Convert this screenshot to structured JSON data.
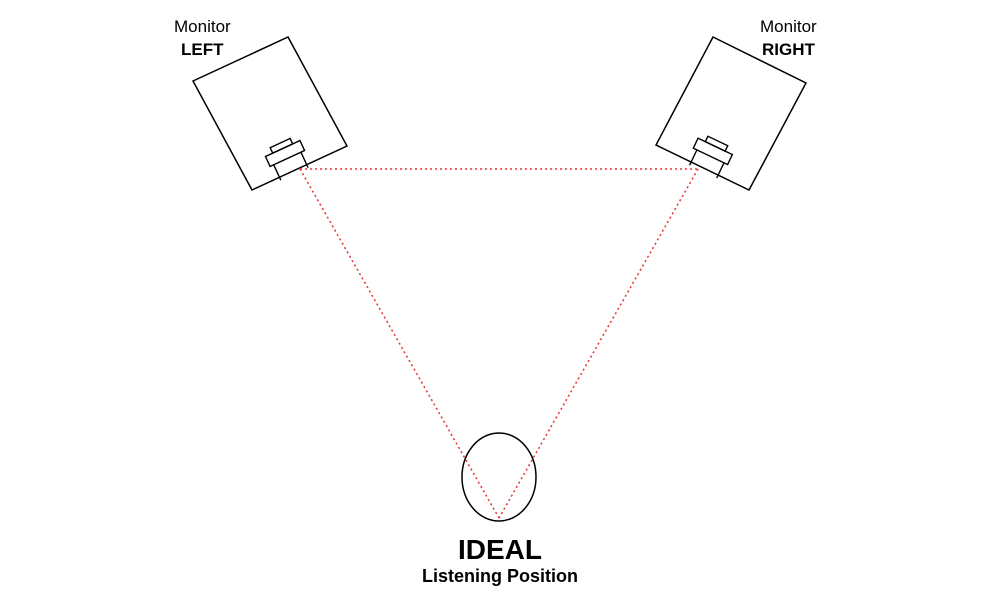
{
  "left_monitor": {
    "word": "Monitor",
    "side": "LEFT"
  },
  "right_monitor": {
    "word": "Monitor",
    "side": "RIGHT"
  },
  "listening_position": {
    "title": "IDEAL",
    "subtitle": "Listening Position"
  },
  "colors": {
    "outline": "#000000",
    "sight_lines": "#e63b3b",
    "background": "#ffffff"
  }
}
